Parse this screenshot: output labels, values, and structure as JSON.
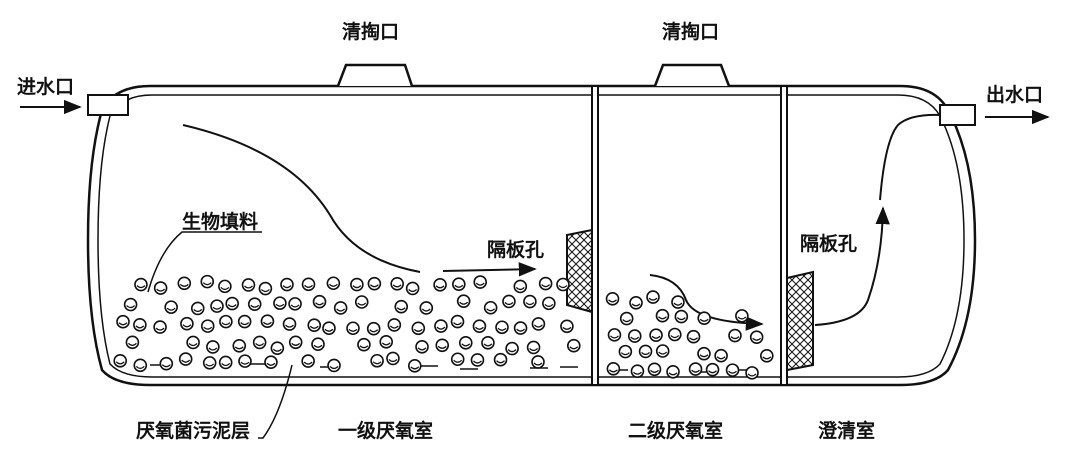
{
  "labels": {
    "cleanout_left": "清掏口",
    "cleanout_right": "清掏口",
    "inlet": "进水口",
    "outlet": "出水口",
    "bio_filler": "生物填料",
    "baffle_hole_1": "隔板孔",
    "baffle_hole_2": "隔板孔",
    "sludge_layer": "厌氧菌污泥层",
    "chamber_1": "一级厌氧室",
    "chamber_2": "二级厌氧室",
    "chamber_3": "澄清室"
  }
}
